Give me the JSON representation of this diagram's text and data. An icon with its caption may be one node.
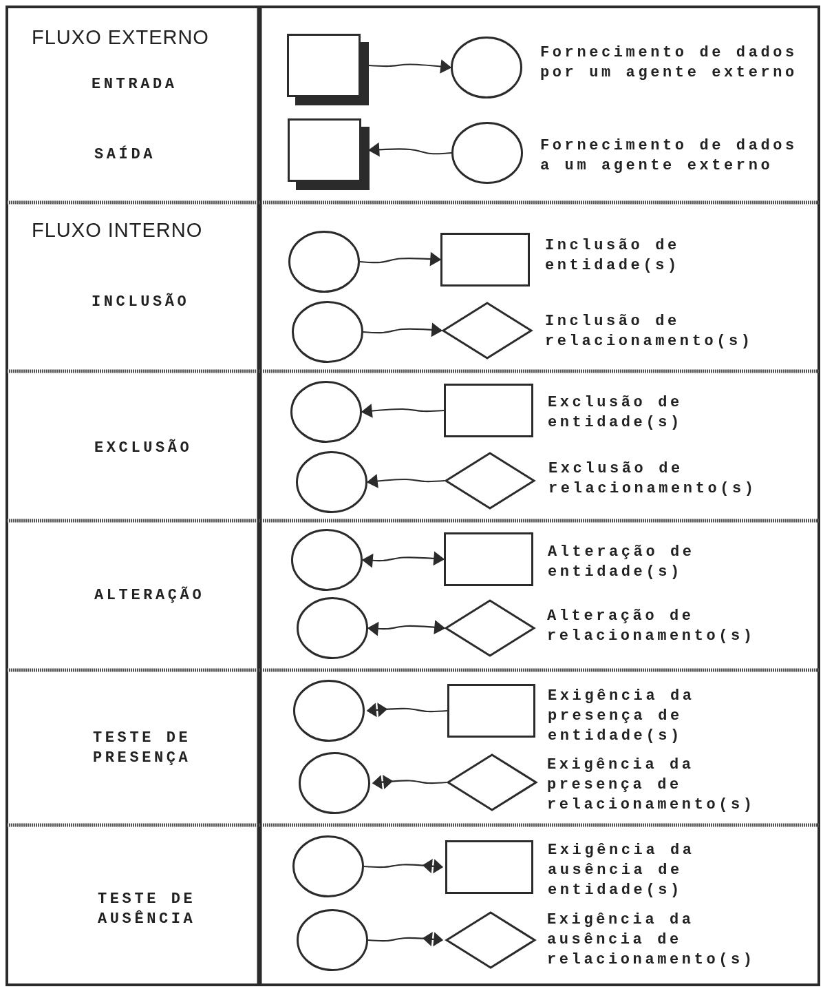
{
  "diagram": {
    "nodes": [
      {
        "text": [],
        "shape": "box"
      },
      {
        "text": [],
        "shape": "circle"
      },
      {
        "text": [],
        "shape": "box"
      },
      {
        "text": [],
        "shape": "circle"
      },
      {
        "text": [],
        "shape": "circle"
      },
      {
        "text": [],
        "shape": "box"
      },
      {
        "text": [],
        "shape": "circle"
      },
      {
        "text": [],
        "shape": "diamond"
      },
      {
        "text": [],
        "shape": "circle"
      },
      {
        "text": [],
        "shape": "box"
      },
      {
        "text": [],
        "shape": "circle"
      },
      {
        "text": [],
        "shape": "diamond"
      },
      {
        "text": [],
        "shape": "circle"
      },
      {
        "text": [],
        "shape": "box"
      },
      {
        "text": [],
        "shape": "circle"
      },
      {
        "text": [],
        "shape": "diamond"
      },
      {
        "text": [],
        "shape": "circle"
      },
      {
        "text": [],
        "shape": "box"
      },
      {
        "text": [],
        "shape": "circle"
      },
      {
        "text": [],
        "shape": "diamond"
      },
      {
        "text": [],
        "shape": "circle"
      },
      {
        "text": [],
        "shape": "box"
      },
      {
        "text": [],
        "shape": "circle"
      },
      {
        "text": [],
        "shape": "diamond"
      }
    ],
    "edges": [
      {
        "from": 0,
        "to": 1,
        "arrow": "to"
      },
      {
        "from": 3,
        "to": 2,
        "arrow": "to"
      },
      {
        "from": 4,
        "to": 5,
        "arrow": "to"
      },
      {
        "from": 6,
        "to": 7,
        "arrow": "to"
      },
      {
        "from": 9,
        "to": 8,
        "arrow": "to"
      },
      {
        "from": 11,
        "to": 10,
        "arrow": "to"
      },
      {
        "from": 12,
        "to": 13,
        "arrow": "both"
      },
      {
        "from": 14,
        "to": 15,
        "arrow": "both"
      },
      {
        "from": 17,
        "to": 16,
        "arrow": "other"
      },
      {
        "from": 19,
        "to": 18,
        "arrow": "other"
      },
      {
        "from": 20,
        "to": 21,
        "arrow": "other"
      },
      {
        "from": 22,
        "to": 23,
        "arrow": "other"
      }
    ],
    "labels": [
      "FLUXO EXTERNO",
      "ENTRADA",
      "Fornecimento de dados por um agente externo",
      "SAÍDA",
      "Fornecimento de dados a um agente externo",
      "FLUXO INTERNO",
      "Inclusão de entidade(s)",
      "INCLUSÃO",
      "Inclusão de relacionamento(s)",
      "Exclusão de entidade(s)",
      "EXCLUSÃO",
      "Exclusão de relacionamento(s)",
      "Alteração de entidade(s)",
      "ALTERAÇÃO",
      "Alteração de relacionamento(s)",
      "Exigência da presença de entidade(s)",
      "TESTE DE PRESENÇA",
      "Exigência da presença de relacionamento(s)",
      "Exigência da ausência de entidade(s)",
      "TESTE DE AUSÊNCIA",
      "Exigência da ausência de relacionamento(s)"
    ]
  }
}
